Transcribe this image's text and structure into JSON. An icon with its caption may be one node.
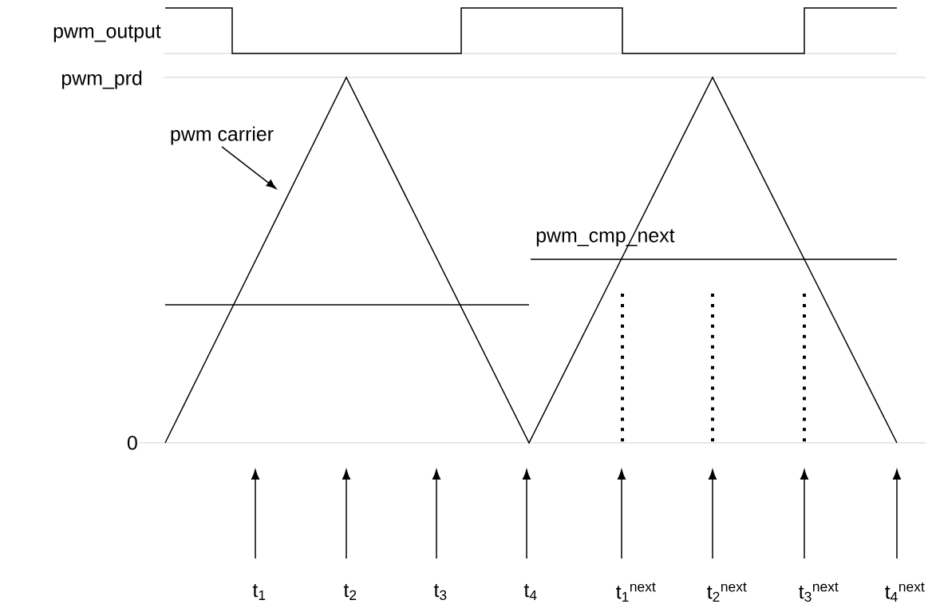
{
  "diagram": {
    "nodes": [
      {
        "text": [
          "pwm carrier"
        ]
      },
      {
        "text": [
          "t$_{1}$"
        ]
      },
      {
        "text": [
          "t$_{2}$"
        ]
      },
      {
        "text": [
          "t$_{3}$"
        ]
      },
      {
        "text": [
          "t$_{4}$"
        ]
      },
      {
        "text": [
          "t$_{1}$$^{next}$"
        ]
      },
      {
        "text": [
          "t$_{2}$$^{next}$"
        ]
      },
      {
        "text": [
          "t$_{3}$$^{next}$"
        ]
      },
      {
        "text": [
          "t$_{4}$$^{next}$"
        ]
      }
    ],
    "edges": [
      {
        "from": 0,
        "to": null,
        "arrow": "to"
      },
      {
        "from": 1,
        "to": null,
        "arrow": "to"
      },
      {
        "from": 2,
        "to": null,
        "arrow": "to"
      },
      {
        "from": 3,
        "to": null,
        "arrow": "to"
      },
      {
        "from": 4,
        "to": null,
        "arrow": "to"
      },
      {
        "from": 5,
        "to": null,
        "arrow": "to"
      },
      {
        "from": 6,
        "to": null,
        "arrow": "to"
      },
      {
        "from": 7,
        "to": null,
        "arrow": "to"
      },
      {
        "from": 8,
        "to": null,
        "arrow": "to"
      }
    ],
    "labels": [
      "pwm_output",
      "pwm_prd",
      "0",
      "pwm_cmp_next"
    ]
  }
}
